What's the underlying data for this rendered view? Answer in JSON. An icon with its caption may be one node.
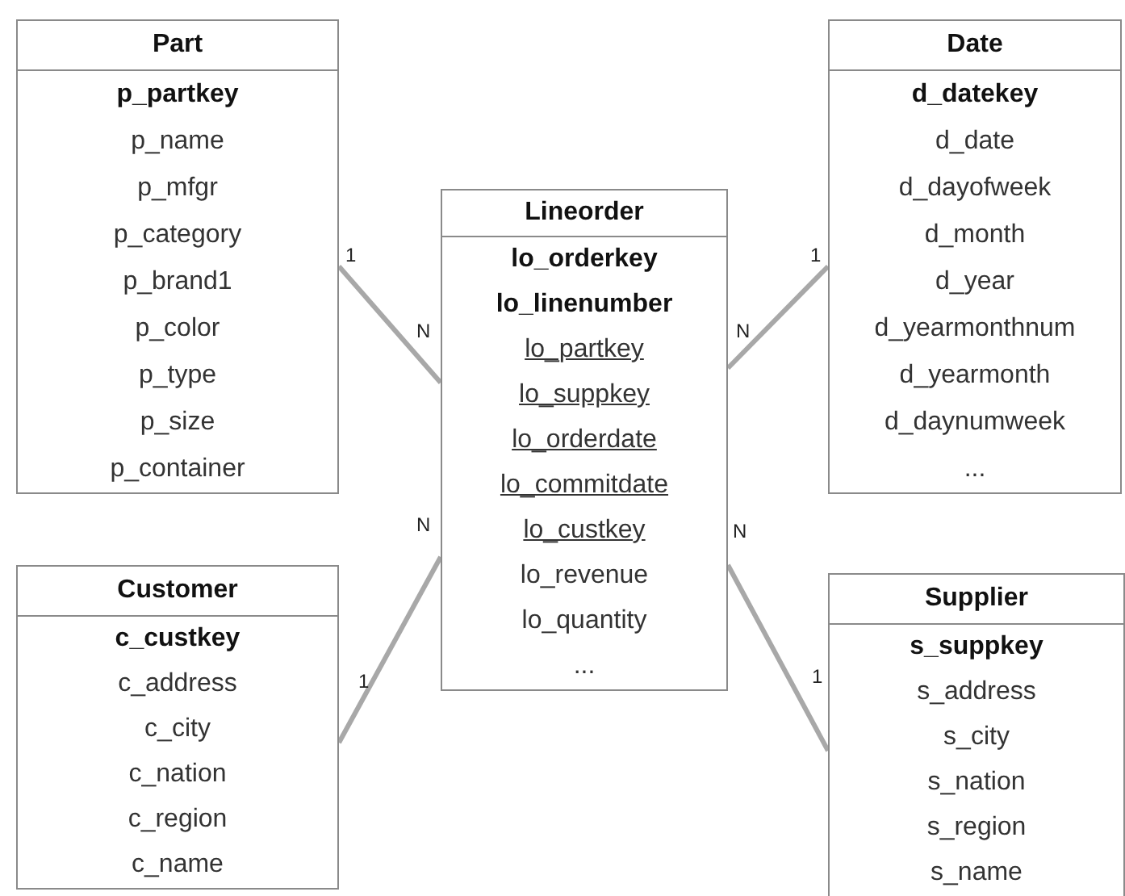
{
  "diagram": {
    "nodes": [
      {
        "text": [
          "Part",
          "p_partkey",
          "p_name",
          "p_mfgr",
          "p_category",
          "p_brand1",
          "p_color",
          "p_type",
          "p_size",
          "p_container"
        ]
      },
      {
        "text": [
          "Date",
          "d_datekey",
          "d_date",
          "d_dayofweek",
          "d_month",
          "d_year",
          "d_yearmonthnum",
          "d_yearmonth",
          "d_daynumweek",
          "..."
        ]
      },
      {
        "text": [
          "Lineorder",
          "lo_orderkey",
          "lo_linenumber",
          "lo_partkey",
          "lo_suppkey",
          "lo_orderdate",
          "lo_commitdate",
          "lo_custkey",
          "lo_revenue",
          "lo_quantity",
          "..."
        ]
      },
      {
        "text": [
          "Customer",
          "c_custkey",
          "c_address",
          "c_city",
          "c_nation",
          "c_region",
          "c_name"
        ]
      },
      {
        "text": [
          "Supplier",
          "s_suppkey",
          "s_address",
          "s_city",
          "s_nation",
          "s_region",
          "s_name"
        ]
      }
    ],
    "edges": [
      {
        "from": 0,
        "to": 2,
        "arrow": "none"
      },
      {
        "from": 1,
        "to": 2,
        "arrow": "none"
      },
      {
        "from": 3,
        "to": 2,
        "arrow": "none"
      },
      {
        "from": 4,
        "to": 2,
        "arrow": "none"
      }
    ],
    "labels": [
      "1",
      "N",
      "1",
      "N",
      "N",
      "1",
      "N",
      "1"
    ]
  }
}
